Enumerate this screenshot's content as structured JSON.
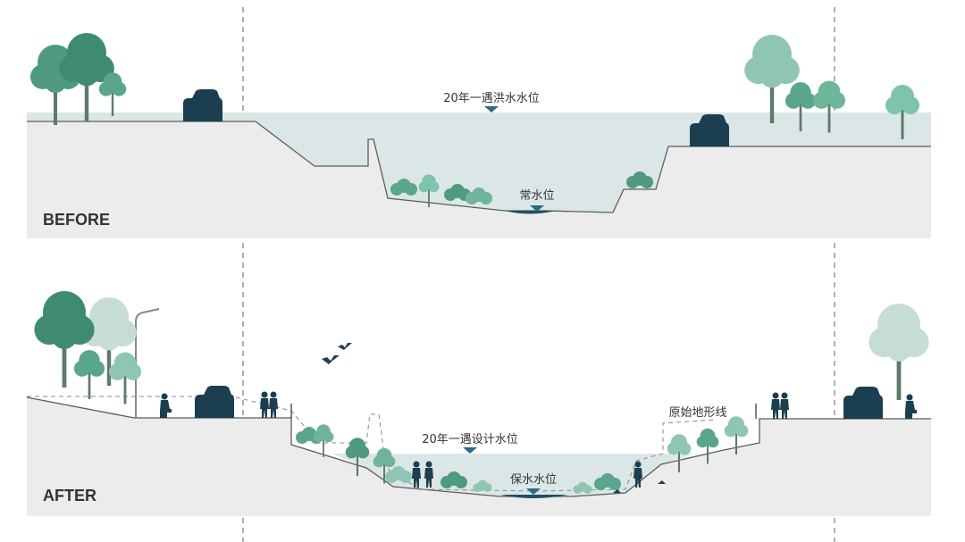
{
  "sections": {
    "before": {
      "title": "BEFORE",
      "flood_level_label": "20年一遇洪水水位",
      "normal_level_label": "常水位"
    },
    "after": {
      "title": "AFTER",
      "design_level_label": "20年一遇设计水位",
      "maintained_level_label": "保水水位",
      "original_terrain_label": "原始地形线"
    }
  },
  "colors": {
    "ground": "#ececec",
    "flood_water": "#dbe7e7",
    "river": "#1e4f63",
    "vehicle": "#1b3f50",
    "tree_dark": "#3e8a72",
    "tree_mid": "#5aa68c",
    "tree_light": "#8fc6b2",
    "tree_faded": "#c6ddd3"
  },
  "icons": [
    "tree",
    "car",
    "person",
    "bird",
    "lamp-post",
    "water-level-marker"
  ]
}
